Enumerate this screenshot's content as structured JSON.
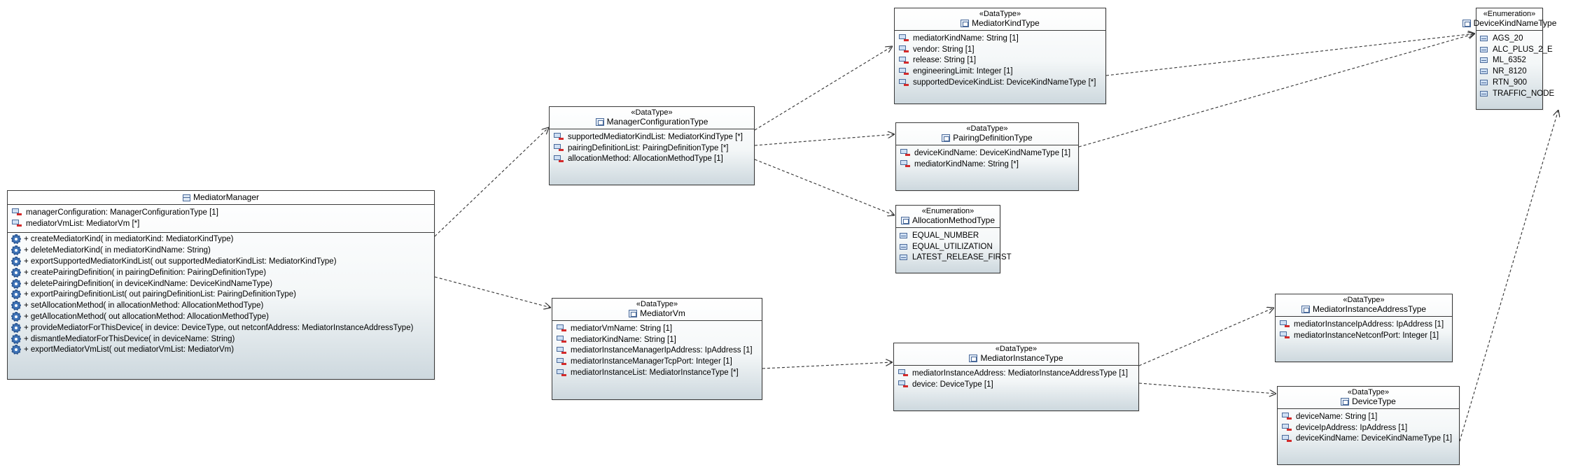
{
  "classes": {
    "mediator_manager": {
      "name": "MediatorManager",
      "attributes": [
        "managerConfiguration: ManagerConfigurationType [1]",
        "mediatorVmList: MediatorVm [*]"
      ],
      "operations": [
        "+ createMediatorKind(  in mediatorKind: MediatorKindType)",
        "+ deleteMediatorKind(  in mediatorKindName: String)",
        "+ exportSupportedMediatorKindList(  out supportedMediatorKindList: MediatorKindType)",
        "+ createPairingDefinition(  in pairingDefinition: PairingDefinitionType)",
        "+ deletePairingDefinition(  in deviceKindName: DeviceKindNameType)",
        "+ exportPairingDefinitionList(  out pairingDefinitionList: PairingDefinitionType)",
        "+ setAllocationMethod(  in allocationMethod: AllocationMethodType)",
        "+ getAllocationMethod(  out allocationMethod: AllocationMethodType)",
        "+ provideMediatorForThisDevice(  in device: DeviceType,   out netconfAddress: MediatorInstanceAddressType)",
        "+ dismantleMediatorForThisDevice(  in deviceName: String)",
        "+ exportMediatorVmList(  out mediatorVmList: MediatorVm)"
      ]
    },
    "manager_configuration_type": {
      "stereotype": "«DataType»",
      "name": "ManagerConfigurationType",
      "attributes": [
        "supportedMediatorKindList: MediatorKindType [*]",
        "pairingDefinitionList: PairingDefinitionType [*]",
        "allocationMethod: AllocationMethodType [1]"
      ]
    },
    "mediator_kind_type": {
      "stereotype": "«DataType»",
      "name": "MediatorKindType",
      "attributes": [
        "mediatorKindName: String [1]",
        "vendor: String [1]",
        "release: String [1]",
        "engineeringLimit: Integer [1]",
        "supportedDeviceKindList: DeviceKindNameType [*]"
      ]
    },
    "pairing_definition_type": {
      "stereotype": "«DataType»",
      "name": "PairingDefinitionType",
      "attributes": [
        "deviceKindName: DeviceKindNameType [1]",
        "mediatorKindName: String [*]"
      ]
    },
    "allocation_method_type": {
      "stereotype": "«Enumeration»",
      "name": "AllocationMethodType",
      "literals": [
        "EQUAL_NUMBER",
        "EQUAL_UTILIZATION",
        "LATEST_RELEASE_FIRST"
      ]
    },
    "device_kind_name_type": {
      "stereotype": "«Enumeration»",
      "name": "DeviceKindNameType",
      "literals": [
        "AGS_20",
        "ALC_PLUS_2_E",
        "ML_6352",
        "NR_8120",
        "RTN_900",
        "TRAFFIC_NODE"
      ]
    },
    "mediator_vm": {
      "stereotype": "«DataType»",
      "name": "MediatorVm",
      "attributes": [
        "mediatorVmName: String [1]",
        "mediatorKindName: String [1]",
        "mediatorInstanceManagerIpAddress: IpAddress [1]",
        "mediatorInstanceManagerTcpPort: Integer [1]",
        "mediatorInstanceList: MediatorInstanceType [*]"
      ]
    },
    "mediator_instance_type": {
      "stereotype": "«DataType»",
      "name": "MediatorInstanceType",
      "attributes": [
        "mediatorInstanceAddress: MediatorInstanceAddressType [1]",
        "device: DeviceType [1]"
      ]
    },
    "mediator_instance_address_type": {
      "stereotype": "«DataType»",
      "name": "MediatorInstanceAddressType",
      "attributes": [
        "mediatorInstanceIpAddress: IpAddress [1]",
        "mediatorInstanceNetconfPort: Integer [1]"
      ]
    },
    "device_type": {
      "stereotype": "«DataType»",
      "name": "DeviceType",
      "attributes": [
        "deviceName: String [1]",
        "deviceIpAddress: IpAddress [1]",
        "deviceKindName: DeviceKindNameType [1]"
      ]
    }
  },
  "colors": {
    "box_border": "#3a3a3a",
    "box_gradient_bottom": "#cdd8de",
    "dependency_line": "#333333"
  }
}
